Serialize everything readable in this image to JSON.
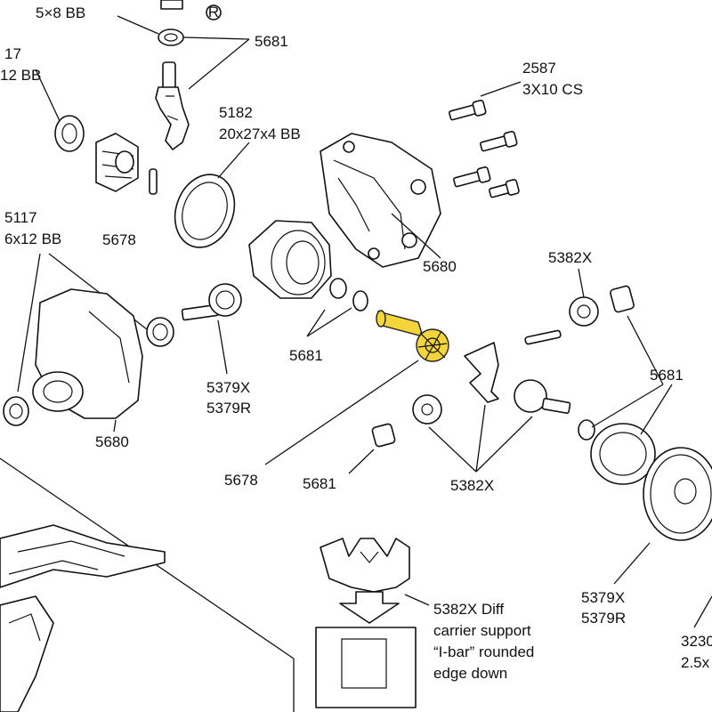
{
  "colors": {
    "highlight": "#f4d63a",
    "ink": "#111111",
    "paper": "#ffffff"
  },
  "labels": {
    "bb_5x8": "5×8 BB",
    "registered_mark": "R",
    "p5681_top": "5681",
    "bb_17_line1": "17",
    "bb_17_line2": "12 BB",
    "p2587": "2587",
    "cs_3x10": "3X10 CS",
    "p5182": "5182",
    "bb_20x27x4": "20x27x4 BB",
    "p5117": "5117",
    "bb_6x12": "6x12 BB",
    "p5678_left": "5678",
    "p5680_right": "5680",
    "p5382x_top": "5382X",
    "p5681_mid": "5681",
    "p5681_right": "5681",
    "p5379x_left": "5379X",
    "p5379r_left": "5379R",
    "p5680_left": "5680",
    "p5678_bottom": "5678",
    "p5681_bottom": "5681",
    "p5382x_bottom": "5382X",
    "note_line1": "5382X Diff",
    "note_line2": "carrier support",
    "note_line3": "“I-bar” rounded",
    "note_line4": "edge down",
    "p5379x_right": "5379X",
    "p5379r_right": "5379R",
    "p3230_partial": "3230",
    "p25x_partial": "2.5x"
  }
}
